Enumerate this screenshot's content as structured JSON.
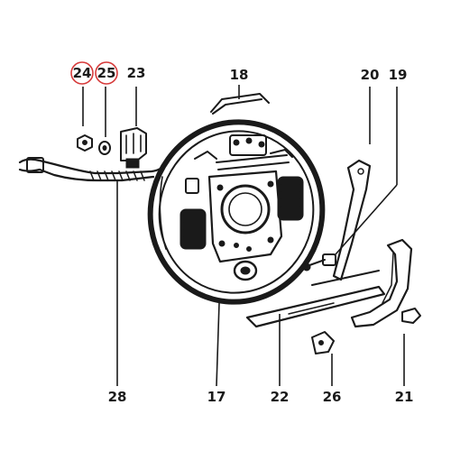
{
  "callouts": [
    {
      "id": "24",
      "label": "24",
      "circled": true
    },
    {
      "id": "25",
      "label": "25",
      "circled": true
    },
    {
      "id": "23",
      "label": "23",
      "circled": false
    },
    {
      "id": "18",
      "label": "18",
      "circled": false
    },
    {
      "id": "20",
      "label": "20",
      "circled": false
    },
    {
      "id": "19",
      "label": "19",
      "circled": false
    },
    {
      "id": "28",
      "label": "28",
      "circled": false
    },
    {
      "id": "17",
      "label": "17",
      "circled": false
    },
    {
      "id": "22",
      "label": "22",
      "circled": false
    },
    {
      "id": "26",
      "label": "26",
      "circled": false
    },
    {
      "id": "21",
      "label": "21",
      "circled": false
    }
  ],
  "colors": {
    "ink": "#1a1a1a",
    "highlight_circle": "#d63a3a",
    "background": "#ffffff"
  }
}
